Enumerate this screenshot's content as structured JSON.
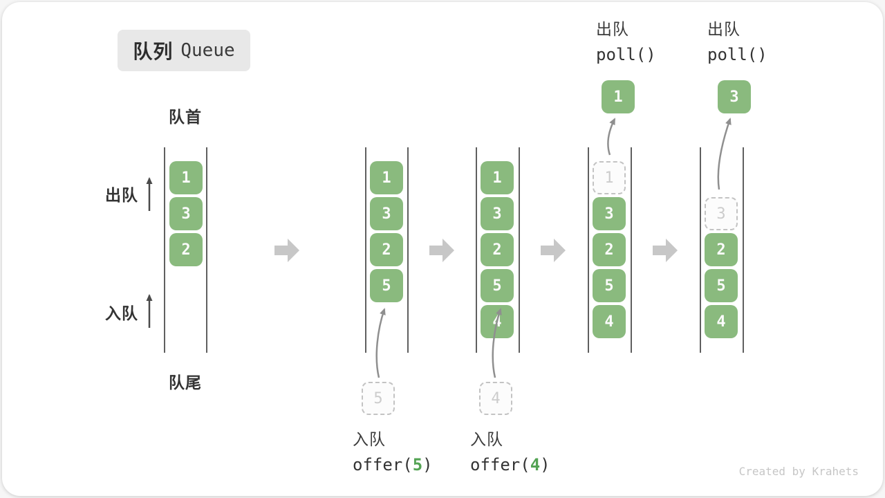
{
  "title": {
    "zh": "队列",
    "en": "Queue"
  },
  "labels": {
    "front": "队首",
    "rear": "队尾",
    "dequeue_side": "出队",
    "enqueue_side": "入队"
  },
  "operations": {
    "poll_1": {
      "label": "出队",
      "code": "poll()"
    },
    "poll_2": {
      "label": "出队",
      "code": "poll()"
    },
    "offer_1": {
      "label": "入队",
      "code_prefix": "offer(",
      "arg": "5",
      "code_suffix": ")"
    },
    "offer_2": {
      "label": "入队",
      "code_prefix": "offer(",
      "arg": "4",
      "code_suffix": ")"
    }
  },
  "queue_states": [
    {
      "cells": [
        {
          "value": "1",
          "state": "normal"
        },
        {
          "value": "3",
          "state": "normal"
        },
        {
          "value": "2",
          "state": "normal"
        }
      ]
    },
    {
      "cells": [
        {
          "value": "1",
          "state": "normal"
        },
        {
          "value": "3",
          "state": "normal"
        },
        {
          "value": "2",
          "state": "normal"
        },
        {
          "value": "5",
          "state": "normal"
        }
      ],
      "incoming": {
        "value": "5"
      }
    },
    {
      "cells": [
        {
          "value": "1",
          "state": "normal"
        },
        {
          "value": "3",
          "state": "normal"
        },
        {
          "value": "2",
          "state": "normal"
        },
        {
          "value": "5",
          "state": "normal"
        },
        {
          "value": "4",
          "state": "normal"
        }
      ],
      "incoming": {
        "value": "4"
      }
    },
    {
      "cells": [
        {
          "value": "1",
          "state": "removed-dashed"
        },
        {
          "value": "3",
          "state": "normal"
        },
        {
          "value": "2",
          "state": "normal"
        },
        {
          "value": "5",
          "state": "normal"
        },
        {
          "value": "4",
          "state": "normal"
        }
      ],
      "popped": {
        "value": "1"
      }
    },
    {
      "cells": [
        {
          "value": "3",
          "state": "removed-dashed"
        },
        {
          "value": "2",
          "state": "normal"
        },
        {
          "value": "5",
          "state": "normal"
        },
        {
          "value": "4",
          "state": "normal"
        }
      ],
      "popped": {
        "value": "3"
      }
    }
  ],
  "colors": {
    "cell_green": "#8ABA7E",
    "arg_green": "#53A353",
    "title_box_bg": "#e8e8e8",
    "rail_gray": "#5f5f5f",
    "flow_arrow_gray": "#c7c7c7",
    "curve_arrow_gray": "#8f8f8f",
    "dashed_border_gray": "#c3c3c3"
  },
  "watermark": "Created by Krahets"
}
